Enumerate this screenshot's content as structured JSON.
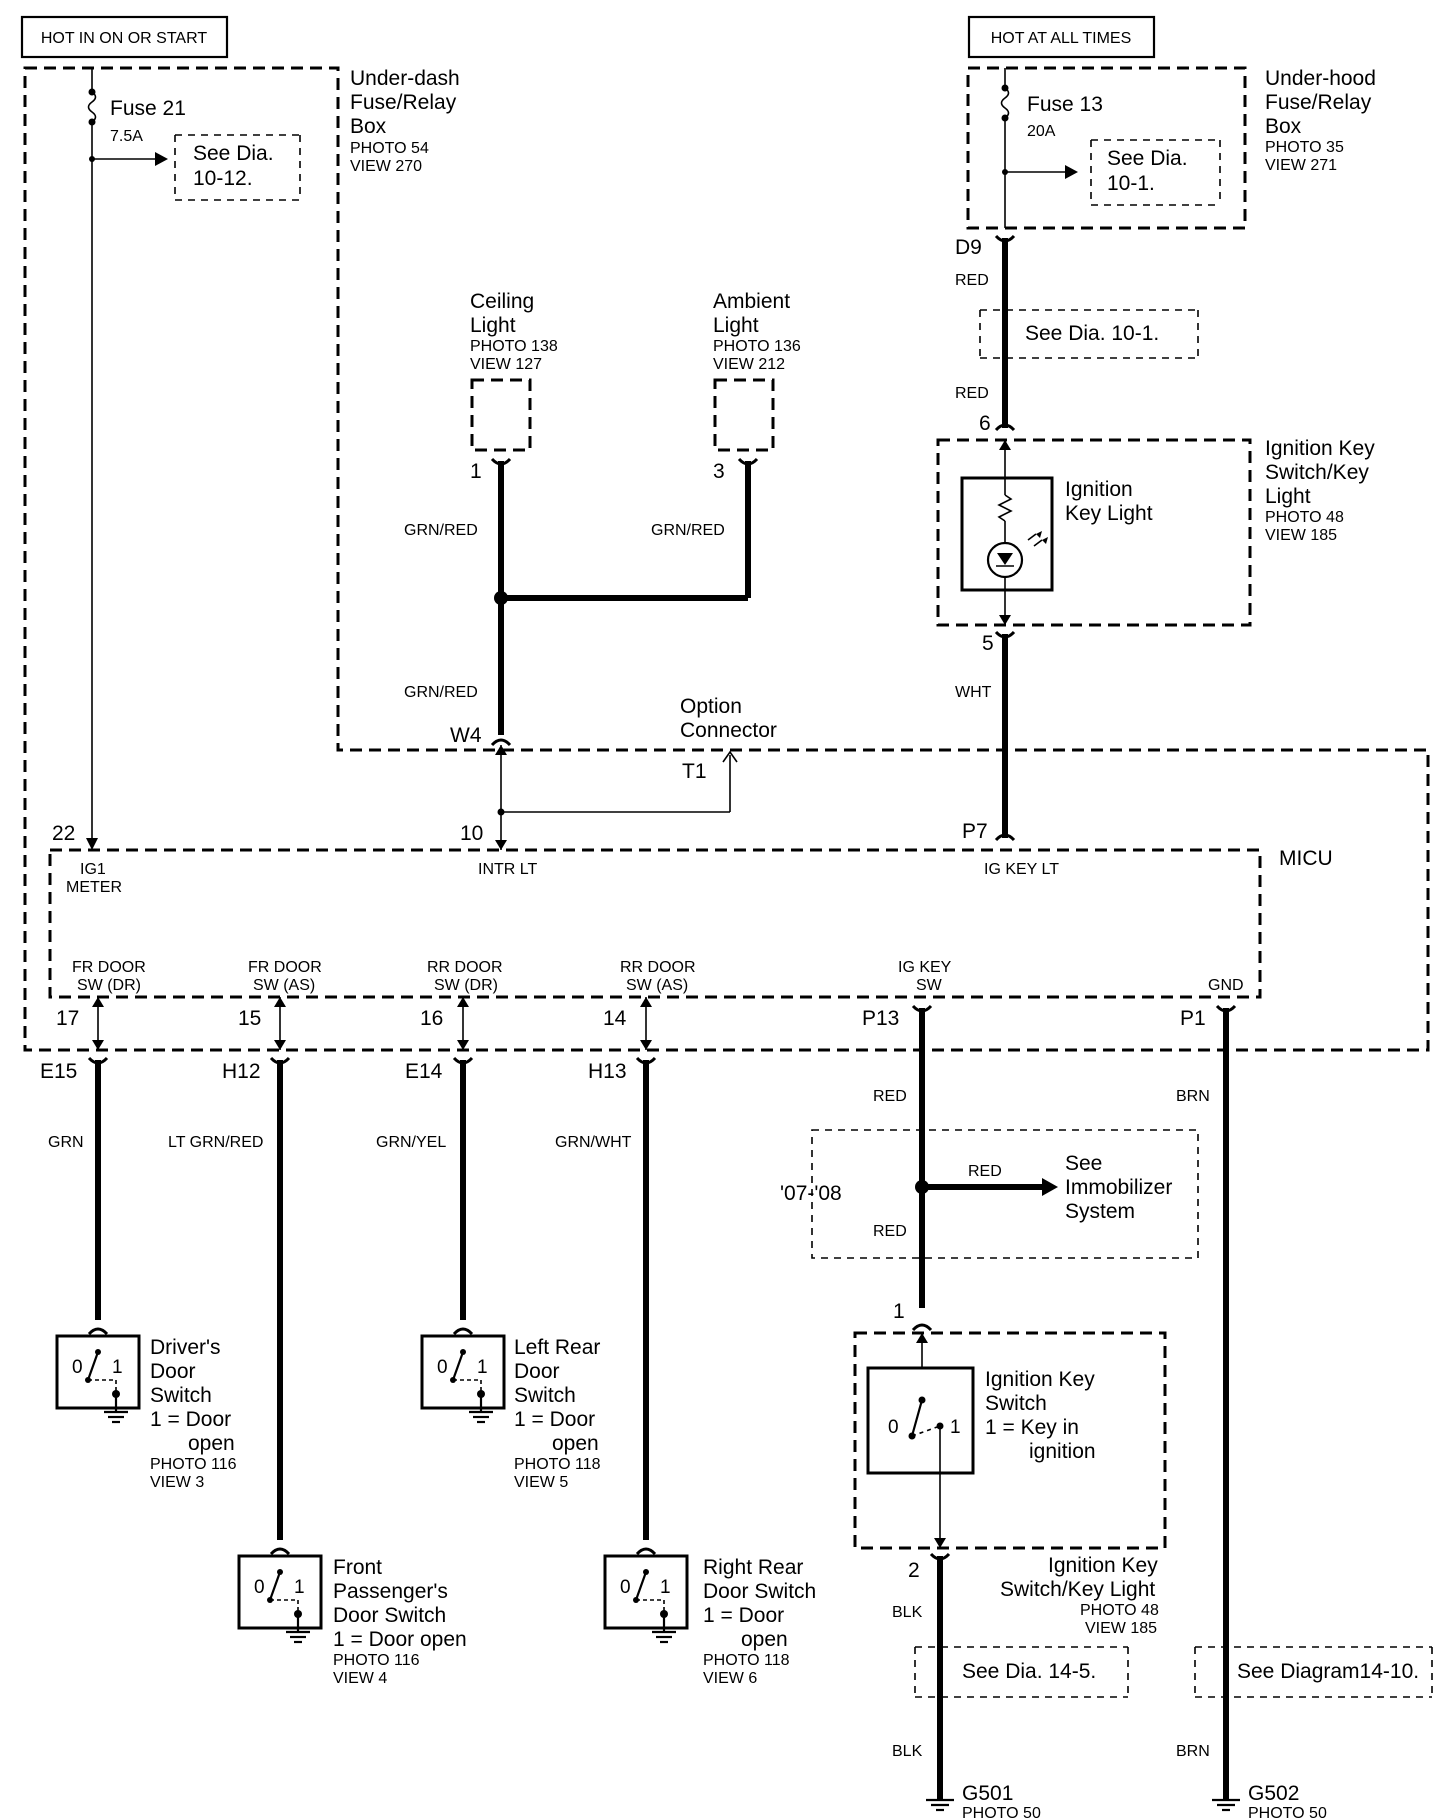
{
  "power": {
    "ign_label": "HOT IN ON OR START",
    "batt_label": "HOT AT ALL TIMES"
  },
  "underdash_box": {
    "name_l1": "Under-dash",
    "name_l2": "Fuse/Relay",
    "name_l3": "Box",
    "photo": "PHOTO 54",
    "view": "VIEW 270",
    "fuse_name": "Fuse 21",
    "fuse_rating": "7.5A",
    "see_l1": "See Dia.",
    "see_l2": "10-12."
  },
  "underhood_box": {
    "name_l1": "Under-hood",
    "name_l2": "Fuse/Relay",
    "name_l3": "Box",
    "photo": "PHOTO 35",
    "view": "VIEW 271",
    "fuse_name": "Fuse 13",
    "fuse_rating": "20A",
    "see_l1": "See Dia.",
    "see_l2": "10-1."
  },
  "ceiling_light": {
    "name_l1": "Ceiling",
    "name_l2": "Light",
    "photo": "PHOTO 138",
    "view": "VIEW 127",
    "pin": "1",
    "wire": "GRN/RED"
  },
  "ambient_light": {
    "name_l1": "Ambient",
    "name_l2": "Light",
    "photo": "PHOTO 136",
    "view": "VIEW 212",
    "pin": "3",
    "wire": "GRN/RED"
  },
  "junction_wire": "GRN/RED",
  "option_connector": {
    "name_l1": "Option",
    "name_l2": "Connector",
    "pin_w": "W4",
    "pin_t": "T1"
  },
  "key_light_circuit": {
    "pin_top": "D9",
    "wire_top": "RED",
    "see": "See Dia. 10-1.",
    "wire_mid": "RED",
    "pin_in": "6",
    "pin_out": "5",
    "wire_bottom": "WHT",
    "micu_pin": "P7",
    "box_l1": "Ignition Key",
    "box_l2": "Switch/Key",
    "box_l3": "Light",
    "photo": "PHOTO 48",
    "view": "VIEW 185",
    "inner_l1": "Ignition",
    "inner_l2": "Key Light"
  },
  "micu": {
    "name": "MICU",
    "top_pins": [
      {
        "num": "22",
        "l1": "IG1",
        "l2": "METER"
      },
      {
        "num": "10",
        "l1": "INTR LT",
        "l2": ""
      },
      {
        "num": "P7",
        "l1": "IG KEY LT",
        "l2": ""
      }
    ],
    "bottom_pins": [
      {
        "num": "17",
        "l1": "FR DOOR",
        "l2": "SW (DR)",
        "conn": "E15",
        "wire": "GRN"
      },
      {
        "num": "15",
        "l1": "FR DOOR",
        "l2": "SW (AS)",
        "conn": "H12",
        "wire": "LT GRN/RED"
      },
      {
        "num": "16",
        "l1": "RR DOOR",
        "l2": "SW (DR)",
        "conn": "E14",
        "wire": "GRN/YEL"
      },
      {
        "num": "14",
        "l1": "RR DOOR",
        "l2": "SW (AS)",
        "conn": "H13",
        "wire": "GRN/WHT"
      },
      {
        "num": "P13",
        "l1": "IG KEY",
        "l2": "SW",
        "conn": "",
        "wire": "RED"
      },
      {
        "num": "P1",
        "l1": "GND",
        "l2": "",
        "conn": "",
        "wire": "BRN"
      }
    ]
  },
  "immobilizer": {
    "year": "'07-'08",
    "wire_in": "RED",
    "wire_out": "RED",
    "see_l1": "See",
    "see_l2": "Immobilizer",
    "see_l3": "System"
  },
  "door_switches": [
    {
      "l1": "Driver's",
      "l2": "Door",
      "l3": "Switch",
      "l4": "1 = Door",
      "l5": "open",
      "photo": "PHOTO 116",
      "view": "VIEW 3"
    },
    {
      "l1": "Front",
      "l2": "Passenger's",
      "l3": "Door Switch",
      "l4": "1 = Door open",
      "l5": "",
      "photo": "PHOTO 116",
      "view": "VIEW 4"
    },
    {
      "l1": "Left Rear",
      "l2": "Door",
      "l3": "Switch",
      "l4": "1 = Door",
      "l5": "open",
      "photo": "PHOTO 118",
      "view": "VIEW 5"
    },
    {
      "l1": "Right Rear",
      "l2": "Door Switch",
      "l3": "1 = Door",
      "l4": "open",
      "l5": "",
      "photo": "PHOTO 118",
      "view": "VIEW 6"
    }
  ],
  "switch_positions": {
    "off": "0",
    "on": "1"
  },
  "ignition_switch": {
    "pin_in": "1",
    "pin_out": "2",
    "inner_l1": "Ignition Key",
    "inner_l2": "Switch",
    "inner_l3": "1 = Key in",
    "inner_l4": "ignition",
    "box_l1": "Ignition Key",
    "box_l2": "Switch/Key Light",
    "photo": "PHOTO 48",
    "view": "VIEW 185",
    "wire_out": "BLK",
    "see": "See Dia. 14-5.",
    "wire_gnd": "BLK"
  },
  "grounds": [
    {
      "name": "G501",
      "photo": "PHOTO 50"
    },
    {
      "name": "G502",
      "photo": "PHOTO 50"
    }
  ],
  "gnd_circuit": {
    "see": "See Diagram14-10.",
    "wire_gnd": "BRN"
  }
}
